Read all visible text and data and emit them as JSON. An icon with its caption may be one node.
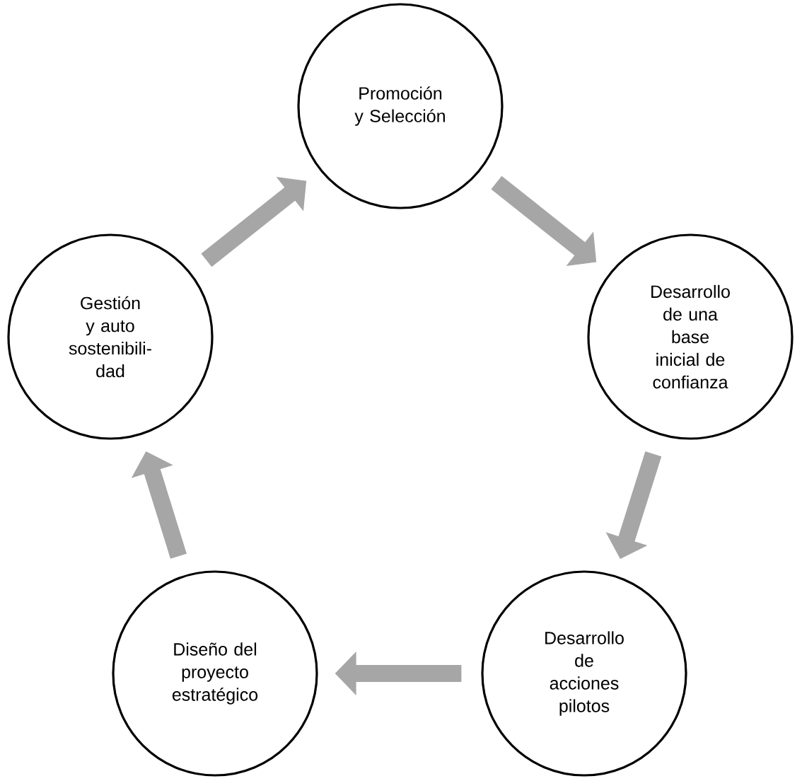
{
  "diagram": {
    "nodes": [
      {
        "text": [
          "Promoción y Selección"
        ]
      },
      {
        "text": [
          "Desarrollo de una base inicial de confianza"
        ]
      },
      {
        "text": [
          "Desarrollo de acciones pilotos"
        ]
      },
      {
        "text": [
          "Diseño del proyecto estratégico"
        ]
      },
      {
        "text": [
          "Gestión y auto sostenibili- dad"
        ]
      }
    ],
    "edges": [
      {
        "from": 0,
        "to": 1,
        "arrow": "to"
      },
      {
        "from": 1,
        "to": 2,
        "arrow": "to"
      },
      {
        "from": 2,
        "to": 3,
        "arrow": "to"
      },
      {
        "from": 3,
        "to": 4,
        "arrow": "to"
      },
      {
        "from": 4,
        "to": 0,
        "arrow": "to"
      }
    ]
  }
}
